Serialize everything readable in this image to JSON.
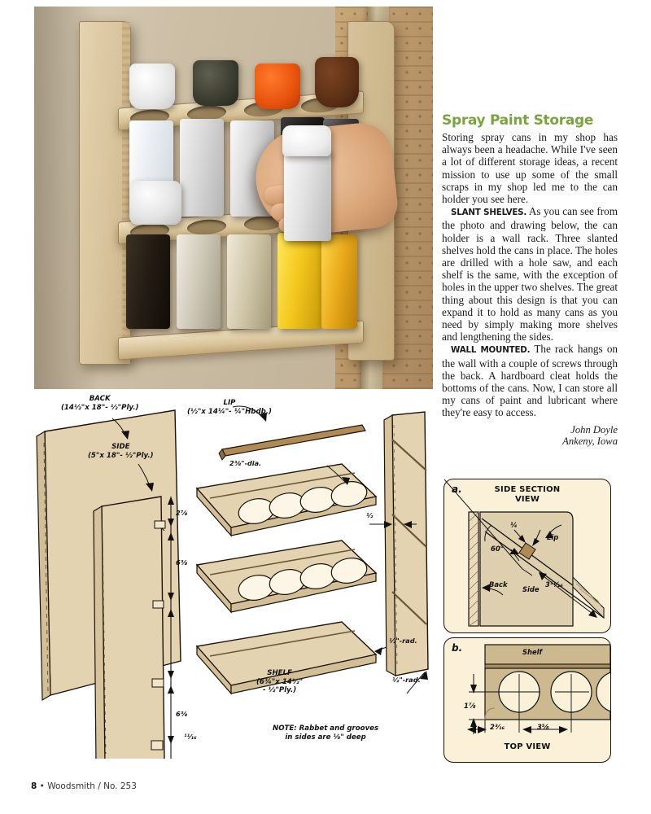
{
  "article": {
    "headline": "Spray Paint Storage",
    "paragraphs": [
      "Storing spray cans in my shop has always been a headache. While I've seen a lot of different storage ideas, a recent mission to use up some of the small scraps in my shop led me to the can holder you see here.",
      "As you can see from the photo and drawing below, the can holder is a wall rack. Three slanted shelves hold the cans in place. The holes are drilled with a hole saw, and each shelf is the same, with the exception of holes in the upper two shelves. The great thing about this design is that you can expand it to hold as many cans as you need by simply making more shelves and lengthening the sides.",
      "The rack hangs on the wall with a couple of screws through the back. A hardboard cleat holds the bottoms of the cans. Now, I can store all my cans of paint and lubricant where they're easy to access."
    ],
    "runins": [
      "SLANT SHELVES.",
      "WALL MOUNTED."
    ],
    "byline_name": "John Doyle",
    "byline_location": "Ankeny, Iowa",
    "headline_color": "#79a53f"
  },
  "drawing": {
    "parts": [
      {
        "name": "BACK",
        "spec": "(14½\"x 18\"- ½\"Ply.)"
      },
      {
        "name": "SIDE",
        "spec": "(5\"x 18\"- ½\"Ply.)"
      },
      {
        "name": "LIP",
        "spec": "(½\"x 14¼\"- ¼\"Hbdb.)"
      },
      {
        "name": "SHELF",
        "spec": "(6¾\"x 14½\"\n- ½\"Ply.)"
      }
    ],
    "shelf_spec_line1": "(6¾\"x 14½\"",
    "shelf_spec_line2": "- ½\"Ply.)",
    "dimensions": {
      "hole_dia": "2⅜\"-dia.",
      "top_gap": "2⅞",
      "shelf_space_1": "6⅜",
      "shelf_space_2": "6⅜",
      "bottom": "¹¹⁄₁₆",
      "groove_width": "½",
      "radius_right": "½\"-rad.",
      "radius_shelf": "½\"-rad."
    },
    "note_line1": "NOTE: Rabbet and grooves",
    "note_line2": "in sides are ⅛\" deep"
  },
  "details": [
    {
      "tag": "a.",
      "title_line1": "SIDE SECTION",
      "title_line2": "VIEW",
      "labels": {
        "angle": "60°",
        "lip_thickness": "¼",
        "lip": "Lip",
        "back": "Back",
        "side": "Side",
        "length": "3¹¹⁄₁₆"
      }
    },
    {
      "tag": "b.",
      "title": "TOP VIEW",
      "labels": {
        "shelf": "Shelf",
        "edge_offset": "1⅞",
        "first_hole": "2³⁄₁₆",
        "hole_spacing": "3⅝"
      }
    }
  ],
  "footer": {
    "page_number": "8",
    "separator": "•",
    "publication": "Woodsmith / No. 253"
  }
}
